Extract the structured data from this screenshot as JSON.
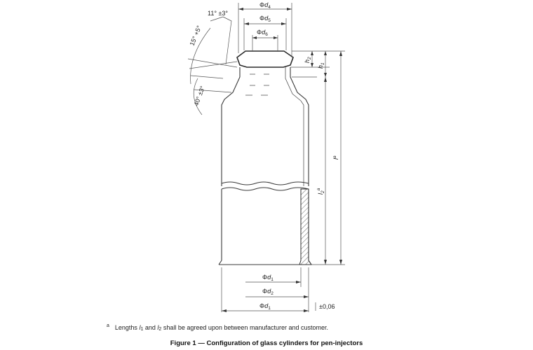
{
  "labels": {
    "phi": "Φ",
    "d4": "d",
    "d4_sub": "4",
    "d5": "d",
    "d5_sub": "5",
    "d6": "d",
    "d6_sub": "6",
    "d1_inner": "d",
    "d1_inner_sub": "1",
    "d2": "d",
    "d2_sub": "2",
    "d1_outer": "d",
    "d1_outer_sub": "1",
    "h2": "h",
    "h2_sub": "2",
    "h1": "h",
    "h1_sub": "1",
    "l_total": "l",
    "l_total_sup": "a",
    "l2": "l",
    "l2_sub": "2",
    "l2_sup": "a",
    "angle_top": "11° ±3°",
    "angle_shoulder": "15° +5°",
    "angle_neck": "40° ±3°",
    "tolerance": "±0,06"
  },
  "footnote": {
    "marker": "a",
    "text_before": "Lengths",
    "l1": "l",
    "l1_sub": "1",
    "and": "and",
    "l2": "l",
    "l2_sub": "2",
    "text_after": "shall be agreed upon between manufacturer and customer."
  },
  "caption": "Figure 1 — Configuration of glass cylinders for pen-injectors"
}
